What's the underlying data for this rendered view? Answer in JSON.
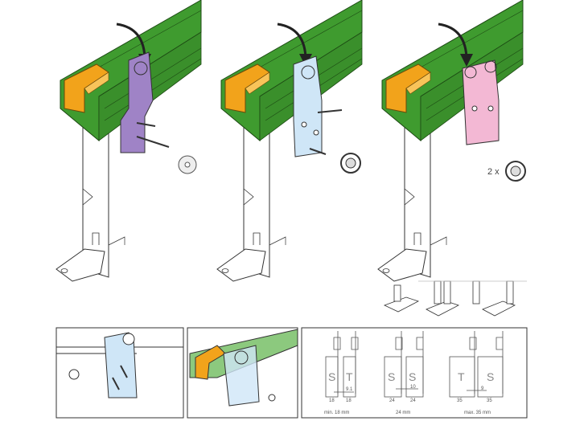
{
  "colors": {
    "rail": "#3f9b2f",
    "rail_dark": "#2f7a22",
    "end_cap": "#f2a31b",
    "bracket_1": "#9f83c6",
    "bracket_2": "#cfe6f7",
    "bracket_3": "#f3b8d4",
    "line": "#333333"
  },
  "steps": [
    {
      "icon": "washer-icon",
      "quantity": ""
    },
    {
      "icon": "bearing-icon",
      "quantity": ""
    },
    {
      "icon": "bearing-icon",
      "quantity": "2 x"
    }
  ],
  "spacing": {
    "configs": [
      {
        "left": "S",
        "right": "T",
        "left_thickness": "18",
        "right_thickness": "18",
        "gap": "9.1",
        "caption": "min. 18 mm"
      },
      {
        "left": "S",
        "right": "S",
        "left_thickness": "24",
        "right_thickness": "24",
        "gap": "10",
        "caption": "24 mm"
      },
      {
        "left": "T",
        "right": "S",
        "left_thickness": "35",
        "right_thickness": "35",
        "gap": "9",
        "caption": "max. 35 mm"
      }
    ]
  }
}
